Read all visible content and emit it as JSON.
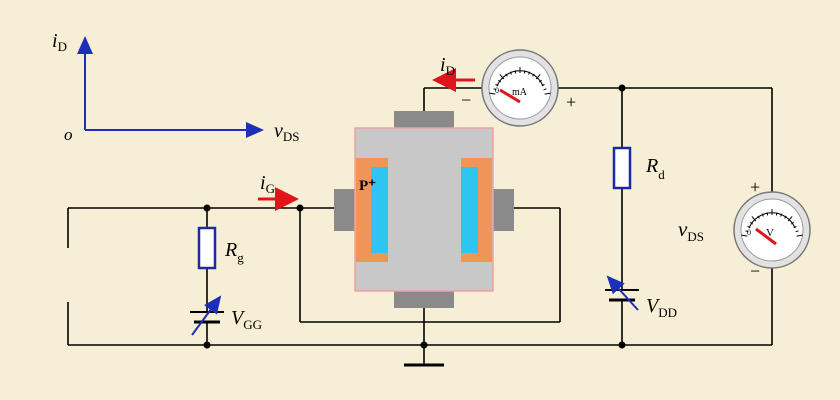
{
  "axes": {
    "origin": "o",
    "y_main": "i",
    "y_sub": "D",
    "x_main": "v",
    "x_sub": "DS"
  },
  "labels": {
    "iD_main": "i",
    "iD_sub": "D",
    "iG_main": "i",
    "iG_sub": "G",
    "Rg_main": "R",
    "Rg_sub": "g",
    "VGG_main": "V",
    "VGG_sub": "GG",
    "Rd_main": "R",
    "Rd_sub": "d",
    "VDD_main": "V",
    "VDD_sub": "DD",
    "vDS_main": "v",
    "vDS_sub": "DS",
    "p_plus": "P⁺"
  },
  "meters": {
    "ammeter_unit": "mA",
    "ammeter_zero": "0",
    "ammeter_minus": "−",
    "ammeter_plus": "+",
    "voltmeter_unit": "V",
    "voltmeter_zero": "0",
    "voltmeter_plus": "+",
    "voltmeter_minus": "−"
  },
  "colors": {
    "background": "#f7efd5",
    "axis": "#1c2fb8",
    "arrow_current": "#e0141a",
    "device_body": "#c8c8c8",
    "device_outline": "#f0a0a0",
    "p_region": "#f0955a",
    "channel": "#2ec5f2",
    "terminal": "#8a8a8a",
    "resistor_border": "#1a2aa0",
    "cap_arrow": "#1c2fb8"
  }
}
